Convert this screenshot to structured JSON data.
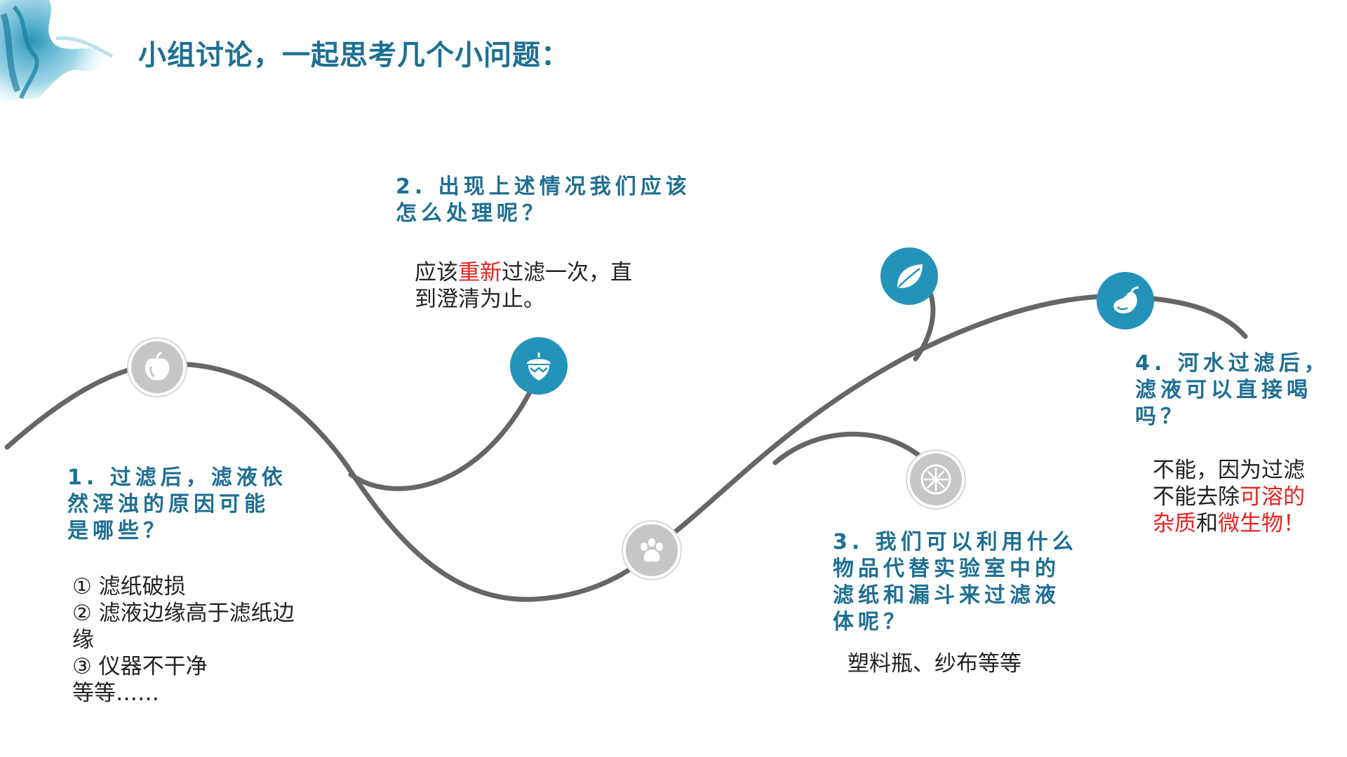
{
  "title": "小组讨论，一起思考几个小问题：",
  "colors": {
    "title": "#1e6f93",
    "question": "#1e6f93",
    "node_blue": "#2493ba",
    "node_gray": "#c6c6c6",
    "path": "#666666",
    "highlight": "#e8231f"
  },
  "nodes": [
    {
      "name": "fruit-icon",
      "style": "gray"
    },
    {
      "name": "acorn-icon",
      "style": "blue"
    },
    {
      "name": "paw-icon",
      "style": "gray"
    },
    {
      "name": "leaf-icon",
      "style": "blue"
    },
    {
      "name": "citrus-slice-icon",
      "style": "gray"
    },
    {
      "name": "eggplant-icon",
      "style": "blue"
    }
  ],
  "questions": {
    "q1": {
      "lines": [
        "1. 过滤后，滤液依",
        "然浑浊的原因可能",
        "是哪些？"
      ],
      "answer": [
        "① 滤纸破损",
        "② 滤液边缘高于滤纸边",
        "缘",
        "③ 仪器不干净",
        "等等……"
      ]
    },
    "q2": {
      "lines": [
        "2. 出现上述情况我们应该",
        "怎么处理呢？"
      ],
      "answer_line1": {
        "pre": "应该",
        "highlight": "重新",
        "post": "过滤一次，直"
      },
      "answer_line2": "到澄清为止。"
    },
    "q3": {
      "lines": [
        "3. 我们可以利用什么",
        "物品代替实验室中的",
        "滤纸和漏斗来过滤液",
        "体呢？"
      ],
      "answer": "塑料瓶、纱布等等"
    },
    "q4": {
      "lines": [
        "4. 河水过滤后，",
        "滤液可以直接喝",
        "吗？"
      ],
      "answer_line1": "不能，因为过滤",
      "answer_line2": {
        "pre": "不能去除",
        "highlight": "可溶的"
      },
      "answer_line3": {
        "h1": "杂质",
        "mid": "和",
        "h2": "微生物！"
      }
    }
  }
}
